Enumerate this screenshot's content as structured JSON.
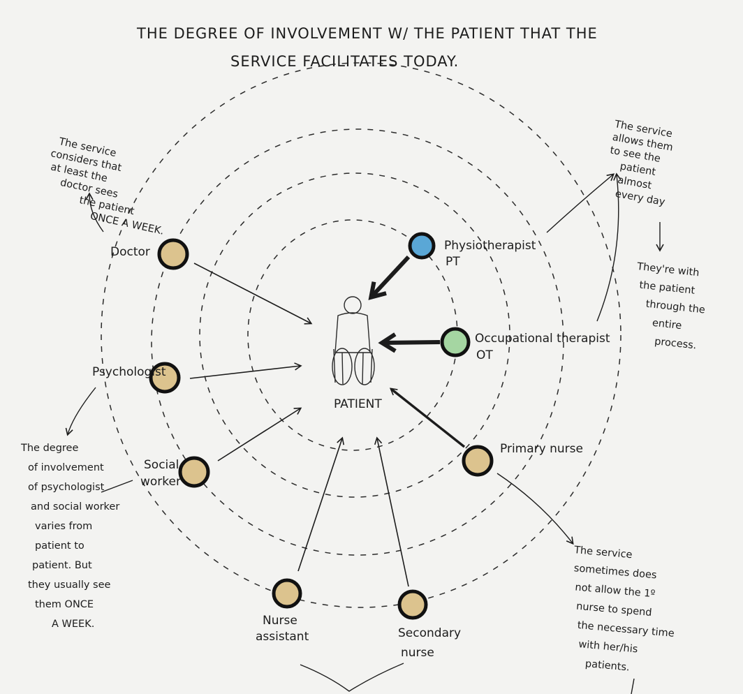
{
  "title": {
    "line1": "THE DEGREE OF INVOLVEMENT W/ THE PATIENT THAT THE",
    "line2": "SERVICE FACILITATES TODAY."
  },
  "center": {
    "label": "PATIENT"
  },
  "roles": {
    "doctor": "Doctor",
    "psychologist": "Psychologist",
    "social_worker": [
      "Social",
      "worker"
    ],
    "physiotherapist": [
      "Physiotherapist",
      "PT"
    ],
    "occupational_therapist": [
      "Occupational therapist",
      "OT"
    ],
    "primary_nurse": "Primary nurse",
    "nurse_assistant": [
      "Nurse",
      "assistant"
    ],
    "secondary_nurse": [
      "Secondary",
      "nurse"
    ]
  },
  "notes": {
    "doctor": [
      "The service",
      "considers that",
      "at least the",
      "doctor sees",
      "the patient",
      "ONCE A WEEK."
    ],
    "therapists_a": [
      "The service",
      "allows them",
      "to see the",
      "patient",
      "almost",
      "every day"
    ],
    "therapists_b": [
      "They're with",
      "the patient",
      "through the",
      "entire",
      "process."
    ],
    "psych_social": [
      "The degree",
      "of involvement",
      "of psychologist",
      "and social worker",
      "varies from",
      "patient to",
      "patient. But",
      "they usually see",
      "them ONCE",
      "A WEEK."
    ],
    "primary_nurse": [
      "The service",
      "sometimes does",
      "not allow the 1º",
      "nurse to spend",
      "the necessary time",
      "with her/his",
      "patients."
    ]
  },
  "colors": {
    "ink": "#1c1c1c",
    "tan_node": "#dcc38e",
    "blue_node": "#5aa7d6",
    "green_node": "#a5d6a2"
  }
}
